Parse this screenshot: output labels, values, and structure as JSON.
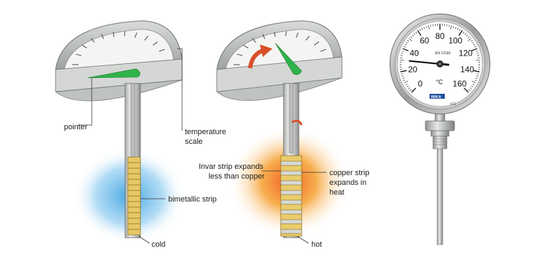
{
  "diagram": {
    "labels": {
      "pointer": "pointer",
      "temperature_scale_line1": "temperature",
      "temperature_scale_line2": "scale",
      "bimetallic_strip": "bimetallic strip",
      "cold": "cold",
      "hot": "hot",
      "invar_line1": "Invar strip expands",
      "invar_line2": "less than copper",
      "copper_line1": "copper strip",
      "copper_line2": "expands in",
      "copper_line3": "heat"
    },
    "colors": {
      "cold_glow": "#3aa0e0",
      "hot_glow": "#f39a1e",
      "pointer": "#2fb34a",
      "arrow": "#d8502a",
      "coil": "#d8b44a"
    }
  },
  "gauge": {
    "scale_numbers": [
      "0",
      "20",
      "40",
      "60",
      "80",
      "100",
      "120",
      "140",
      "160"
    ],
    "standard": "EN 13190",
    "unit": "°C",
    "brand": "WIKA",
    "accuracy_class": "cl.1",
    "reading": 30
  }
}
